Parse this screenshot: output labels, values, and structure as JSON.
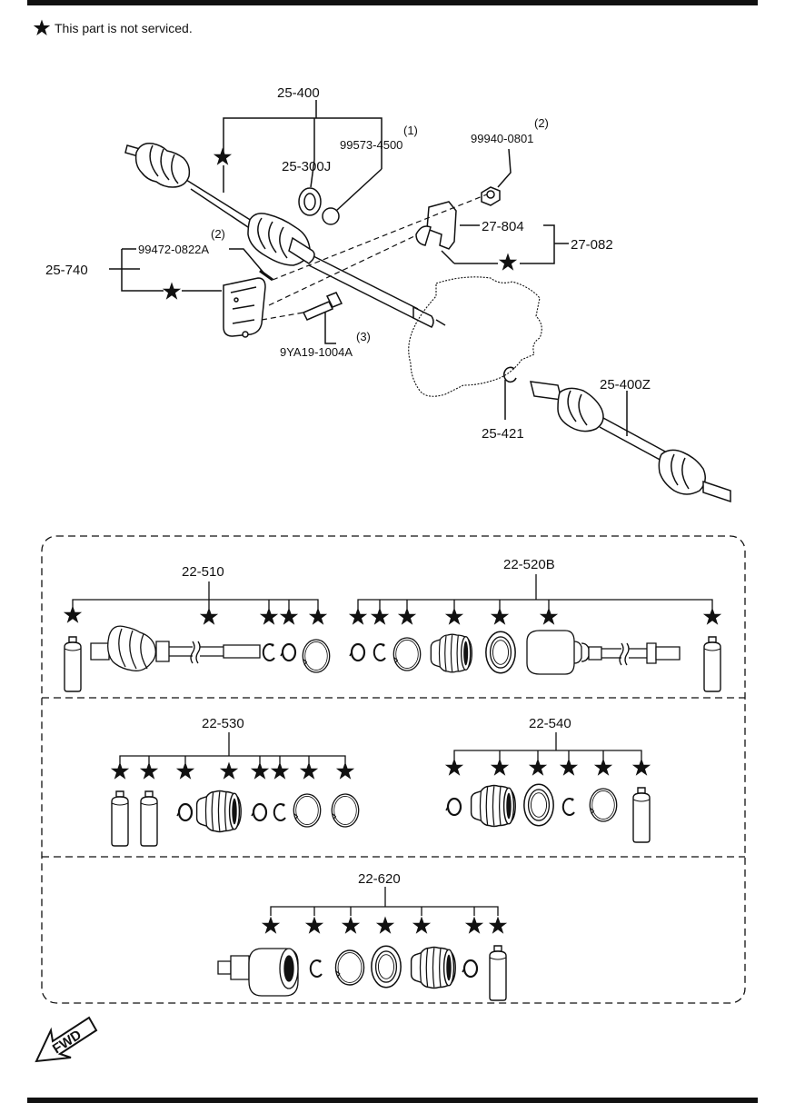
{
  "legend": {
    "text": "This part is not serviced."
  },
  "callouts": {
    "p25_400": "25-400",
    "p25_300j": "25-300J",
    "p99573": "99573-4500",
    "p99573_qty": "(1)",
    "p99940": "99940-0801",
    "p99940_qty": "(2)",
    "p27_804": "27-804",
    "p27_082": "27-082",
    "p25_740": "25-740",
    "p99472": "99472-0822A",
    "p99472_qty": "(2)",
    "p9ya19": "9YA19-1004A",
    "p9ya19_qty": "(3)",
    "p25_421": "25-421",
    "p25_400z": "25-400Z"
  },
  "kits": {
    "k22_510": "22-510",
    "k22_520b": "22-520B",
    "k22_530": "22-530",
    "k22_540": "22-540",
    "k22_620": "22-620"
  },
  "fwd": "FWD",
  "colors": {
    "line": "#111111",
    "background": "#ffffff"
  }
}
